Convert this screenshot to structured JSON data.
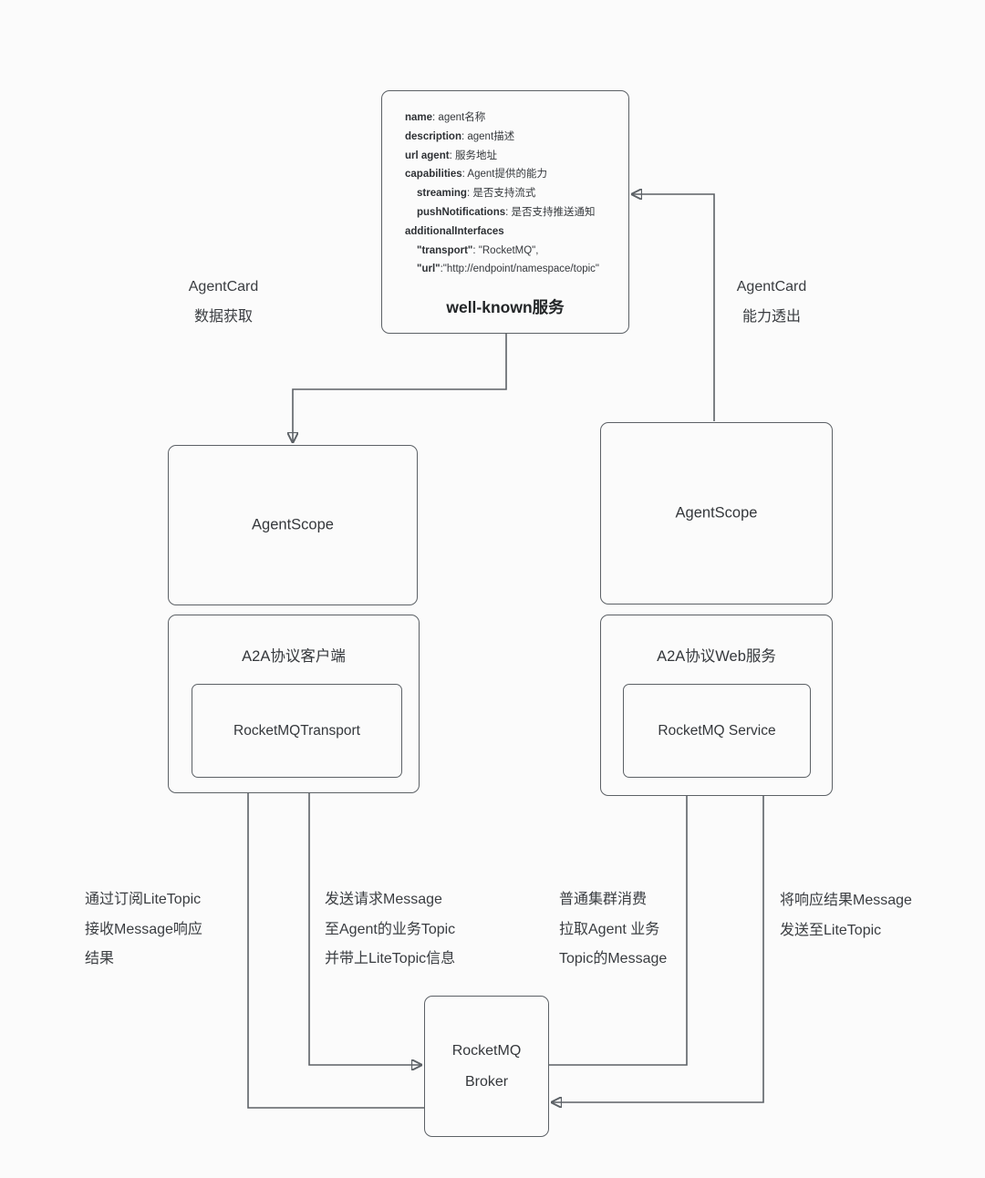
{
  "colors": {
    "background": "#fbfbfb",
    "line": "#5c6166",
    "text": "#35383c",
    "bold_text": "#222527"
  },
  "well_known_card": {
    "title": "well-known服务",
    "fields": [
      {
        "key": "name",
        "value": ": agent名称"
      },
      {
        "key": "description",
        "value": ": agent描述"
      },
      {
        "key": "url agent",
        "value": ": 服务地址"
      },
      {
        "key": "capabilities",
        "value": ": Agent提供的能力"
      },
      {
        "key": "streaming",
        "value": ": 是否支持流式"
      },
      {
        "key": "pushNotifications",
        "value": ": 是否支持推送通知"
      },
      {
        "key": "additionalInterfaces",
        "value": ""
      },
      {
        "key": "\"transport\"",
        "value": ": \"RocketMQ\","
      },
      {
        "key": "\"url\"",
        "value": ":\"http://endpoint/namespace/topic\""
      }
    ]
  },
  "nodes": {
    "agentscope_left": "AgentScope",
    "agentscope_right": "AgentScope",
    "a2a_client": "A2A协议客户端",
    "rocketmq_transport": "RocketMQTransport",
    "a2a_web": "A2A协议Web服务",
    "rocketmq_service": "RocketMQ Service",
    "broker_line1": "RocketMQ",
    "broker_line2": "Broker"
  },
  "edge_labels": {
    "agentcard_fetch": {
      "line1": "AgentCard",
      "line2": "数据获取"
    },
    "agentcard_expose": {
      "line1": "AgentCard",
      "line2": "能力透出"
    },
    "subscribe_litetopic": {
      "line1": "通过订阅LiteTopic",
      "line2": "接收Message响应",
      "line3": "结果"
    },
    "send_request": {
      "line1": "发送请求Message",
      "line2": "至Agent的业务Topic",
      "line3": "并带上LiteTopic信息"
    },
    "cluster_consume": {
      "line1": "普通集群消费",
      "line2": "拉取Agent 业务",
      "line3": "Topic的Message"
    },
    "send_response": {
      "line1": "将响应结果Message",
      "line2": "发送至LiteTopic"
    }
  }
}
